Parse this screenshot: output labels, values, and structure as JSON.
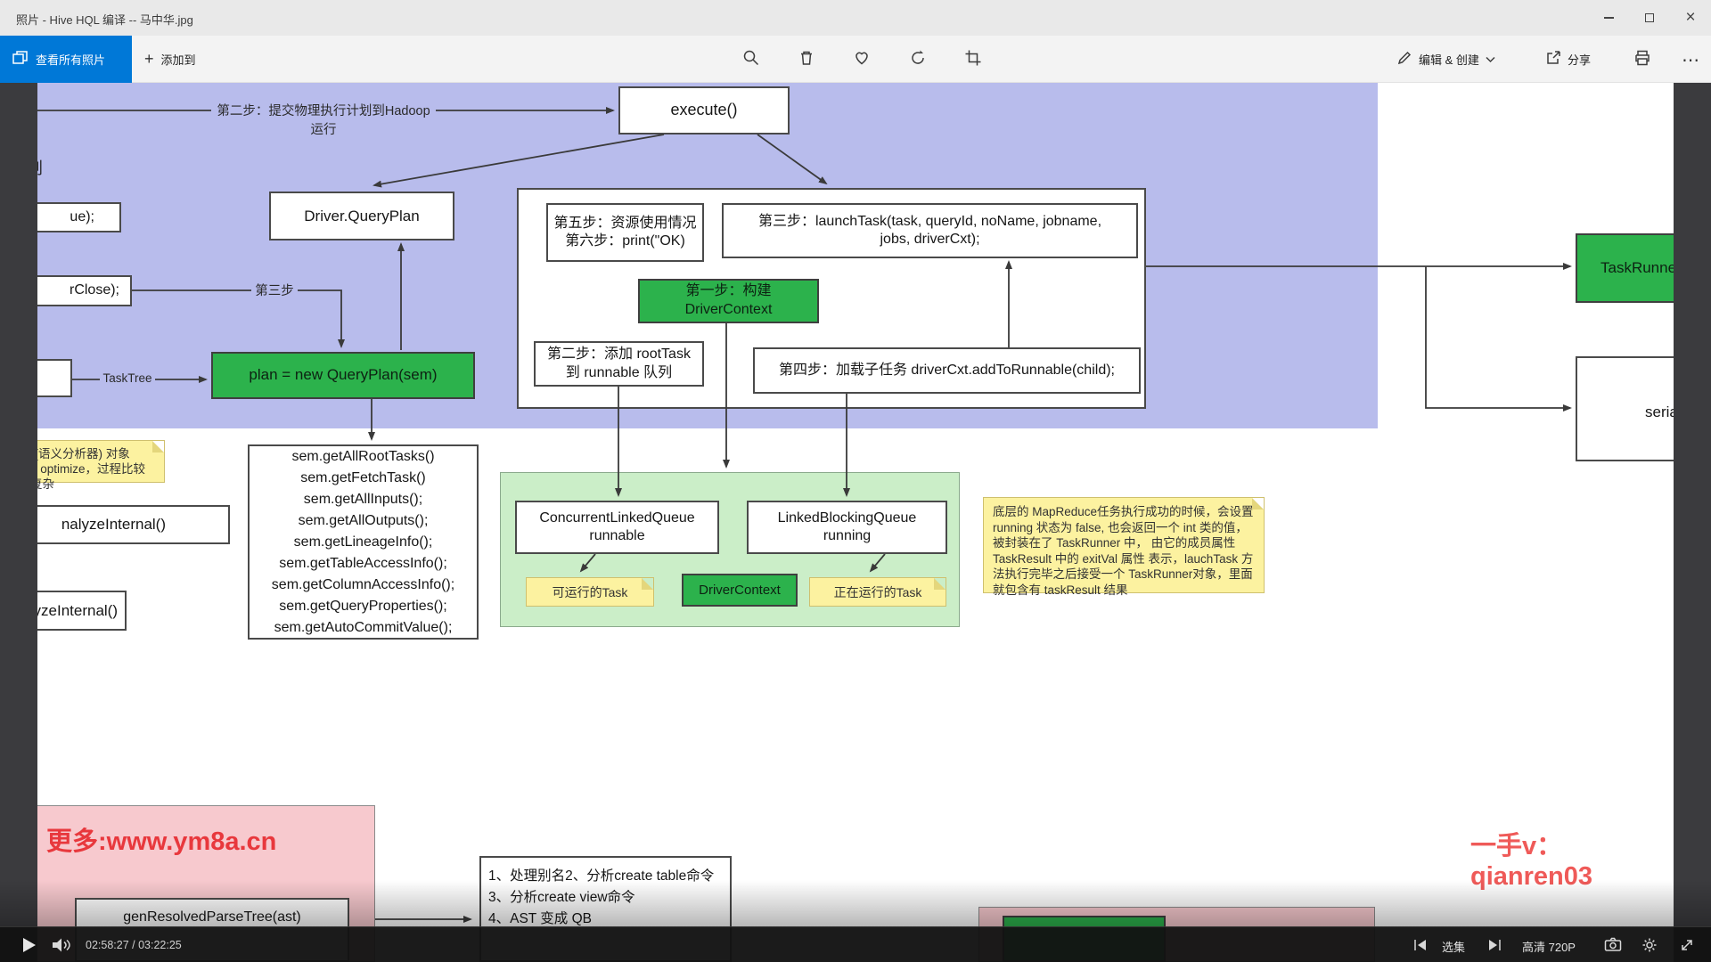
{
  "window": {
    "title": "照片 - Hive HQL 编译 -- 马中华.jpg"
  },
  "toolbar": {
    "see_all_photos": "查看所有照片",
    "add_to": "添加到",
    "edit_create": "编辑 & 创建",
    "share": "分享"
  },
  "icons": {
    "plus": "+",
    "more": "⋯",
    "close": "×"
  },
  "photo": {
    "step2_arrow_label": "第二步：提交物理执行计划到Hadoop运行",
    "execute": "execute()",
    "hua": "划",
    "ue": "ue);",
    "rclose": "rClose);",
    "step3_arrow_label": "第三步",
    "tasktree_label": "TaskTree",
    "driver_queryplan": "Driver.QueryPlan",
    "plan_box": "plan = new QueryPlan(sem)",
    "step56_line1": "第五步：资源使用情况",
    "step56_line2": "第六步：print(\"OK)",
    "launchtask": "第三步：launchTask(task, queryId, noName, jobname, jobs, driverCxt);",
    "step1_line1": "第一步：构建",
    "step1_line2": "DriverContext",
    "step2_line1": "第二步：添加 rootTask",
    "step2_line2": "到 runnable 队列",
    "step4": "第四步：加载子任务 driverCxt.addToRunnable(child);",
    "taskrunner": "TaskRunner",
    "seria": "seria",
    "sem_lines": [
      "sem.getAllRootTasks()",
      "sem.getFetchTask()",
      "sem.getAllInputs();",
      "sem.getAllOutputs();",
      "sem.getLineageInfo();",
      "sem.getTableAccessInfo();",
      "sem.getColumnAccessInfo();",
      "sem.getQueryProperties();",
      "sem.getAutoCommitValue();"
    ],
    "clq_line1": "ConcurrentLinkedQueue",
    "clq_line2": "runnable",
    "lbq_line1": "LinkedBlockingQueue",
    "lbq_line2": "running",
    "runnable_note": "可运行的Task",
    "drivercontext": "DriverContext",
    "running_note": "正在运行的Task",
    "left_sticky_line1": "r(语义分析器) 对象",
    "left_sticky_line2": "d optimize，过程比较复杂",
    "right_sticky": "底层的 MapReduce任务执行成功的时候，会设置 running 状态为 false, 也会返回一个 int 类的值，被封装在了 TaskRunner 中， 由它的成员属性 TaskResult 中的 exitVal 属性 表示，lauchTask 方法执行完毕之后接受一个 TaskRunner对象，里面就包含有 taskResult 结果",
    "analyze1": "nalyzeInternal()",
    "analyze2": "yzeInternal()",
    "promo_left": "更多:www.ym8a.cn",
    "promo_right": "一手v：qianren03",
    "gen_resolved": "genResolvedParseTree(ast)",
    "bottom_lines": [
      "1、处理别名2、分析create table命令",
      "3、分析create view命令",
      "4、AST 变成 QB"
    ]
  },
  "player": {
    "time": "02:58:27 / 03:22:25",
    "playlist": "选集",
    "quality": "高清 720P"
  },
  "colors": {
    "accent_blue": "#0078d7",
    "diagram_green": "#2cb24c",
    "diagram_purple": "#b8bcec",
    "note_yellow": "#fcf2a0",
    "promo_pink": "#f7c9ce",
    "promo_red": "#e8383d",
    "queue_green": "#cbeec8"
  }
}
